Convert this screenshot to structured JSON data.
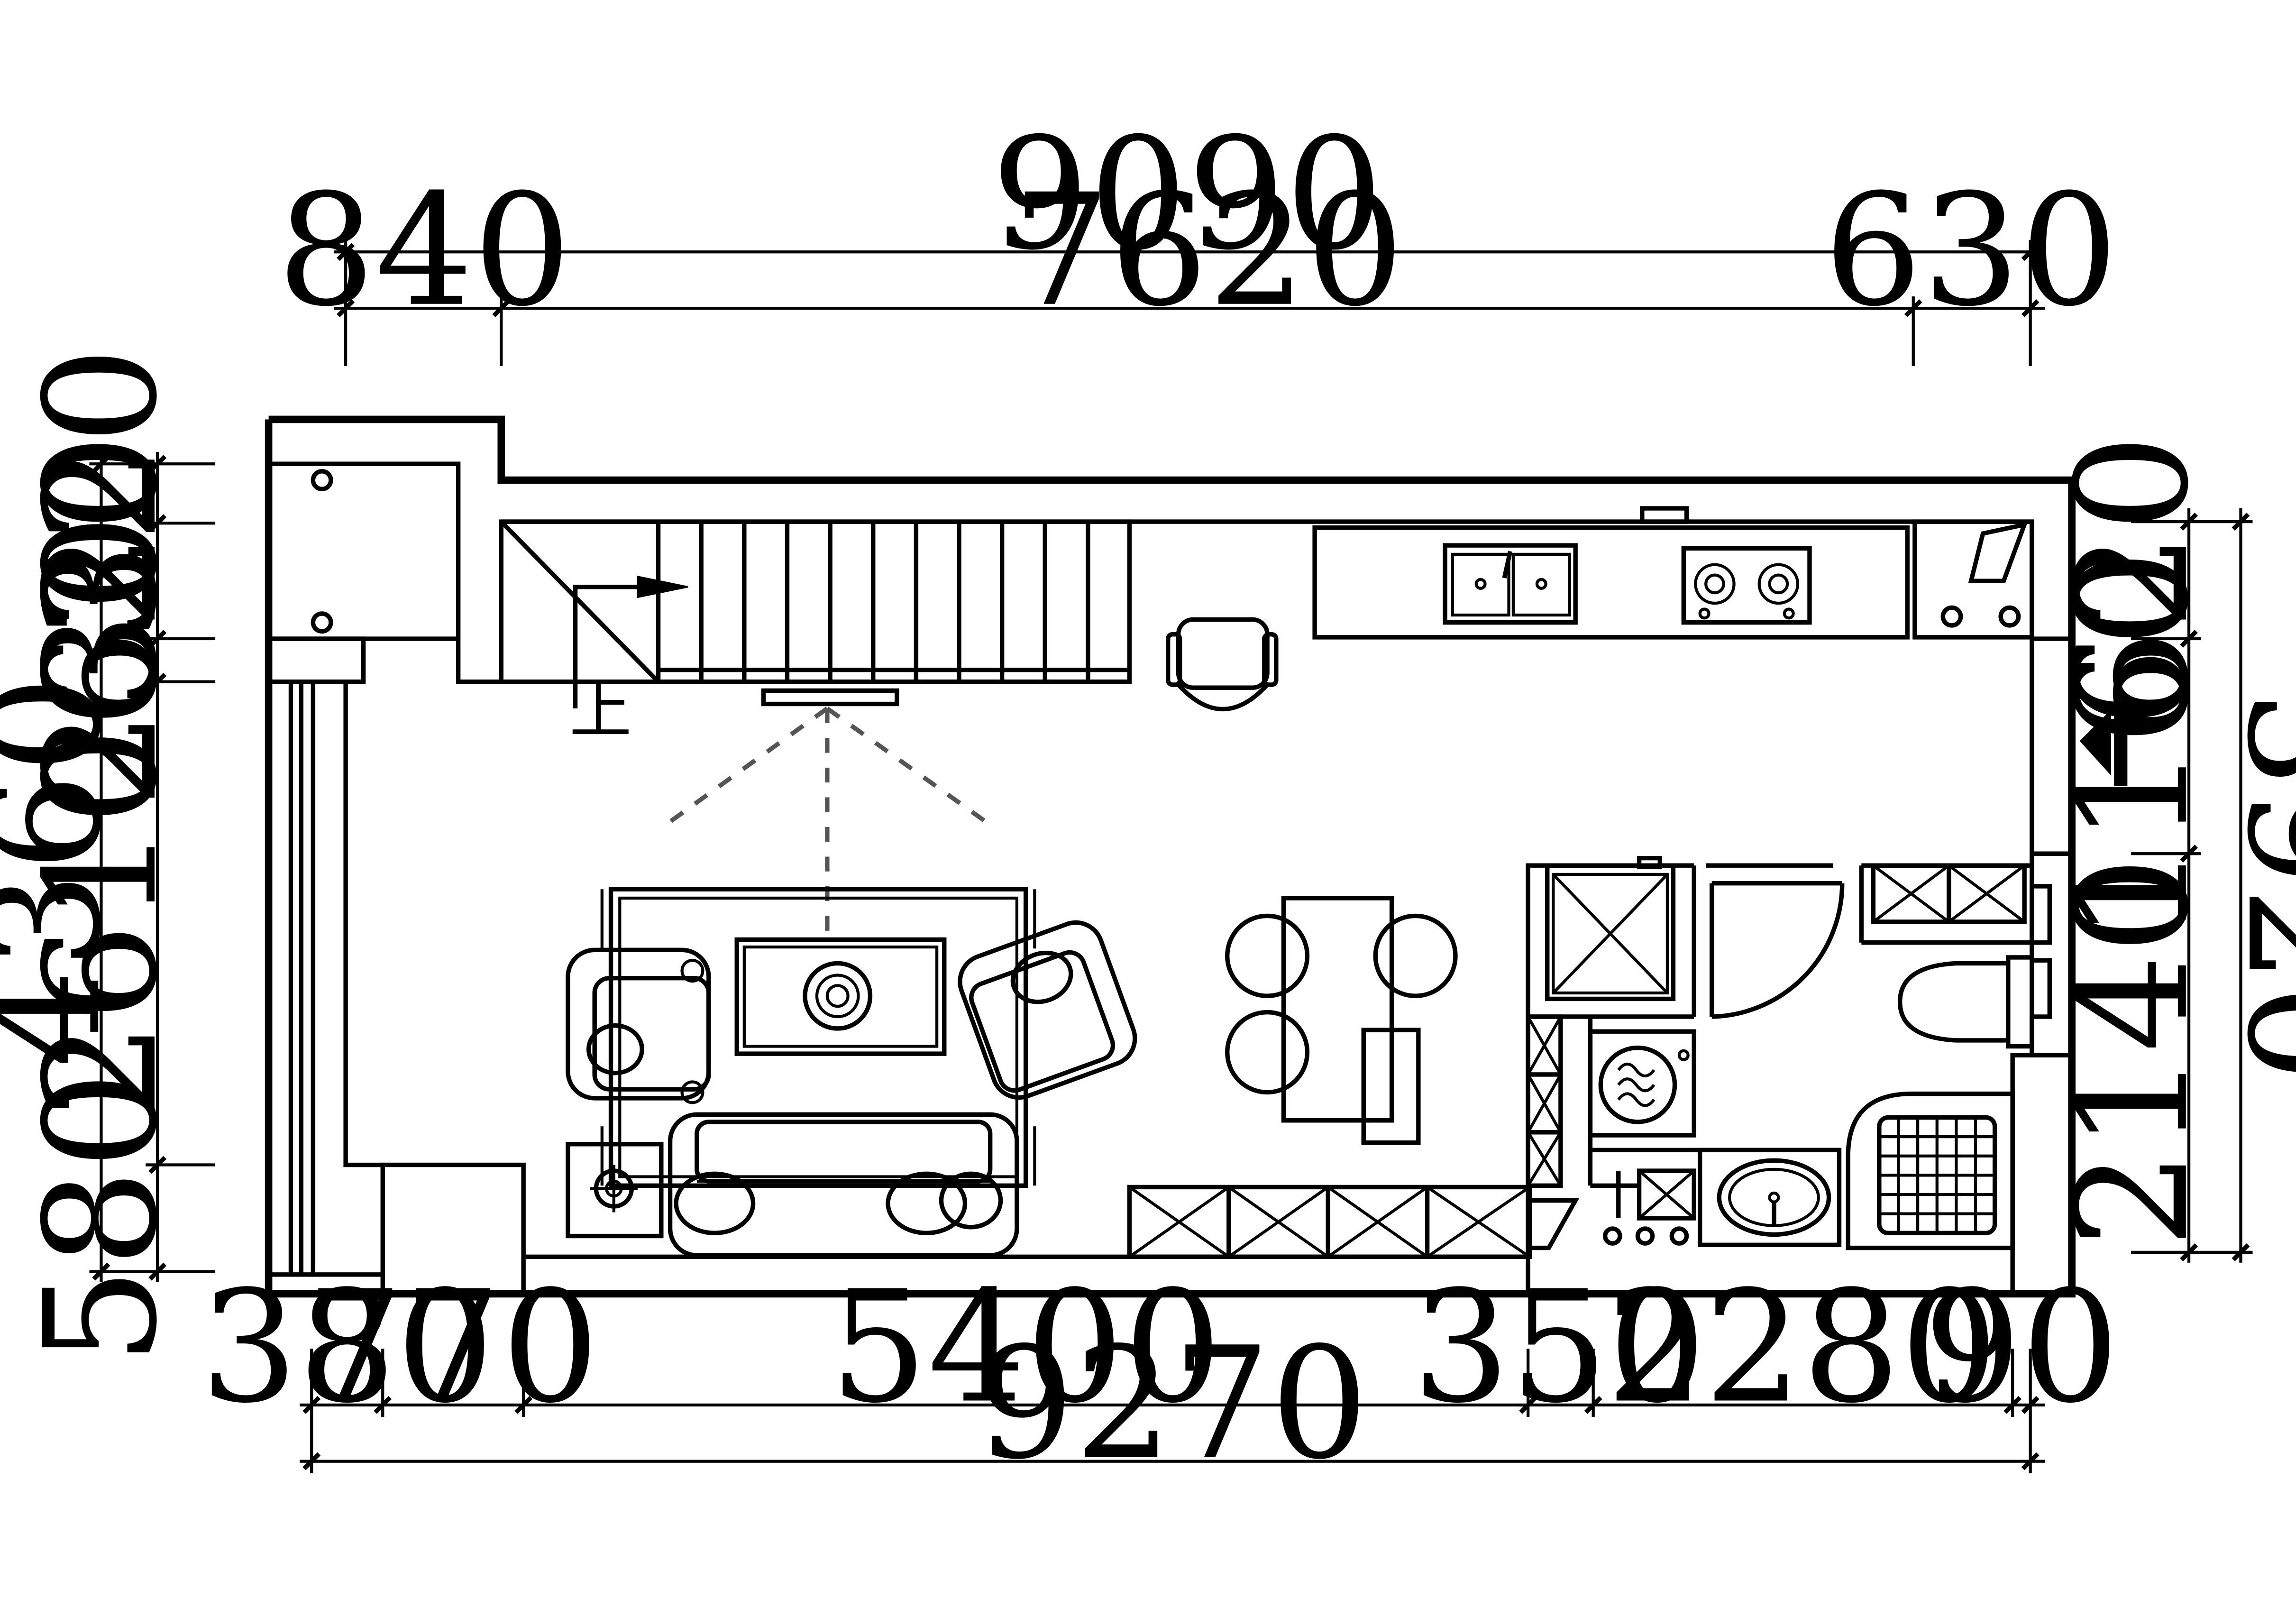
{
  "top_dimensions": {
    "overall": "9090",
    "segments": [
      "840",
      "7620",
      "630"
    ]
  },
  "bottom_dimensions": {
    "segments": [
      "380",
      "770",
      "5400",
      "350",
      "2280",
      "90"
    ],
    "overall": "9270"
  },
  "left_dimensions": {
    "overall": "4360",
    "segments": [
      "320",
      "620",
      "230",
      "2610",
      "580"
    ]
  },
  "right_dimensions": {
    "overall": "3920",
    "segments": [
      "620",
      "1160",
      "2140"
    ]
  },
  "stair_label": "上"
}
